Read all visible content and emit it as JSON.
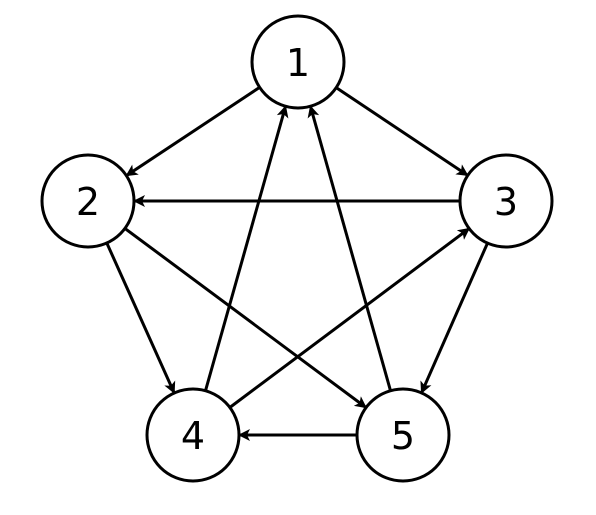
{
  "graph": {
    "type": "directed",
    "nodes": [
      {
        "id": "1",
        "label": "1"
      },
      {
        "id": "2",
        "label": "2"
      },
      {
        "id": "3",
        "label": "3"
      },
      {
        "id": "4",
        "label": "4"
      },
      {
        "id": "5",
        "label": "5"
      }
    ],
    "edges": [
      {
        "from": "1",
        "to": "2"
      },
      {
        "from": "1",
        "to": "3"
      },
      {
        "from": "3",
        "to": "2"
      },
      {
        "from": "2",
        "to": "4"
      },
      {
        "from": "2",
        "to": "5"
      },
      {
        "from": "3",
        "to": "5"
      },
      {
        "from": "4",
        "to": "1"
      },
      {
        "from": "4",
        "to": "3"
      },
      {
        "from": "5",
        "to": "1"
      },
      {
        "from": "5",
        "to": "4"
      }
    ],
    "colors": {
      "stroke": "#000000",
      "fill": "#ffffff"
    }
  }
}
